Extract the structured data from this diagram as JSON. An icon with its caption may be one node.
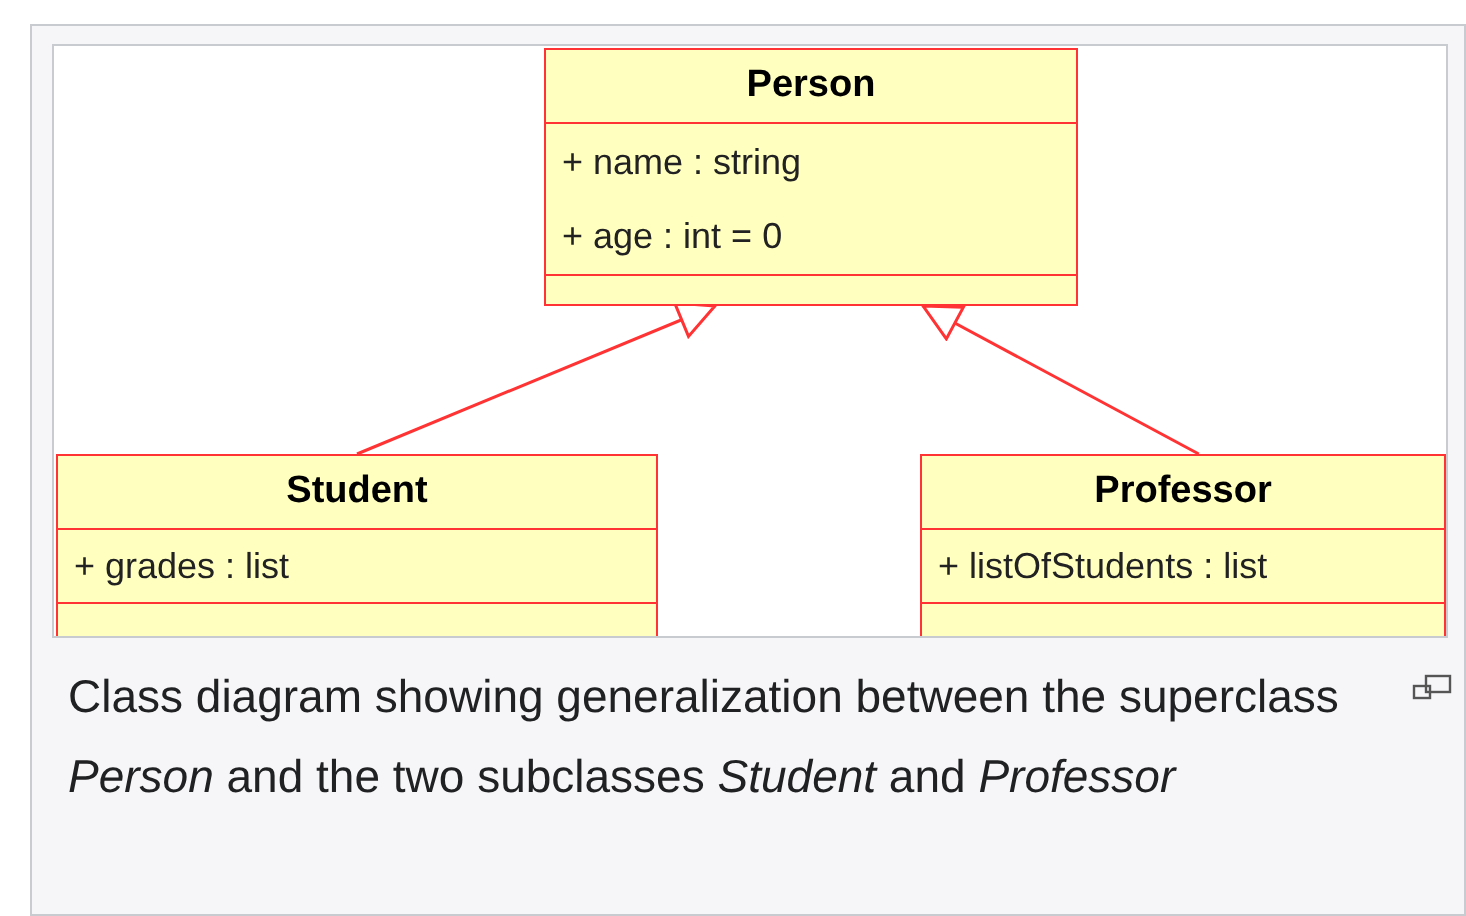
{
  "diagram": {
    "caption": "Class diagram showing generalization between the superclass *Person* and the two subclasses *Student* and *Professor*",
    "nodes": [
      {
        "text": [
          "Person",
          "+ name : string",
          "+ age : int = 0"
        ]
      },
      {
        "text": [
          "Student",
          "+ grades : list"
        ]
      },
      {
        "text": [
          "Professor",
          "+ listOfStudents : list"
        ]
      }
    ],
    "edges": [
      {
        "from": 1,
        "to": 0,
        "arrow": "to"
      },
      {
        "from": 2,
        "to": 0,
        "arrow": "to"
      }
    ]
  }
}
